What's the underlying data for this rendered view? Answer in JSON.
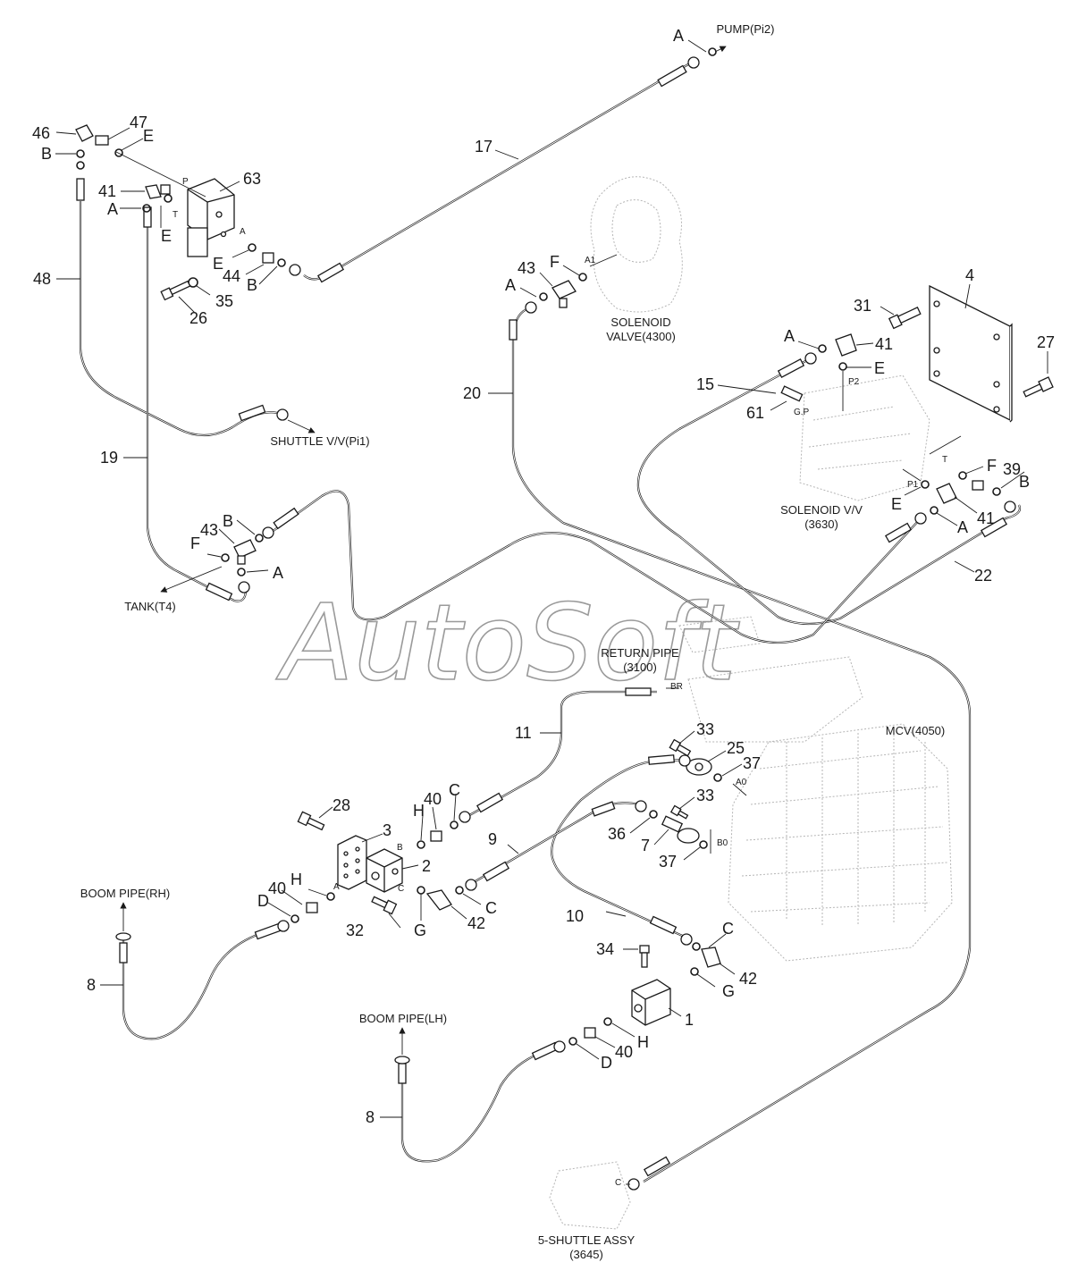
{
  "watermark": "AutoSoft",
  "captions": {
    "pump": "PUMP(Pi2)",
    "shuttle": "SHUTTLE V/V(Pi1)",
    "tank": "TANK(T4)",
    "solenoid_valve_1": "SOLENOID",
    "solenoid_valve_2": "VALVE(4300)",
    "solenoid_vv_1": "SOLENOID V/V",
    "solenoid_vv_2": "(3630)",
    "return_pipe_1": "RETURN PIPE",
    "return_pipe_2": "(3100)",
    "mcv": "MCV(4050)",
    "boom_rh": "BOOM PIPE(RH)",
    "boom_lh": "BOOM PIPE(LH)",
    "shuttle_assy_1": "5-SHUTTLE ASSY",
    "shuttle_assy_2": "(3645)"
  },
  "port_labels": {
    "p63_P": "P",
    "p63_T": "T",
    "p63_A": "A",
    "a1": "A1",
    "p2": "P2",
    "gp": "G.P",
    "t": "T",
    "p1": "P1",
    "br": "BR",
    "a0": "A0",
    "b0": "B0",
    "blk_B": "B",
    "blk_A": "A",
    "blk_C": "C",
    "c_shuttle": "C"
  },
  "callouts": {
    "c46": "46",
    "c47": "47",
    "cE1": "E",
    "cB1": "B",
    "c41a": "41",
    "cA1": "A",
    "cE2": "E",
    "c63": "63",
    "cE3": "E",
    "c44": "44",
    "cB2": "B",
    "c35": "35",
    "c26": "26",
    "c48": "48",
    "c17": "17",
    "cApump": "A",
    "c43a": "43",
    "cF1": "F",
    "cA2": "A",
    "c20": "20",
    "c4": "4",
    "c31": "31",
    "c27": "27",
    "cA3": "A",
    "c41b": "41",
    "cE4": "E",
    "c15": "15",
    "c61": "61",
    "cF2": "F",
    "c39": "39",
    "cB3": "B",
    "cE5": "E",
    "c41c": "41",
    "cA4": "A",
    "c22": "22",
    "c19": "19",
    "c43b": "43",
    "cB4": "B",
    "cF3": "F",
    "cA5": "A",
    "c11": "11",
    "c33a": "33",
    "c25": "25",
    "c37a": "37",
    "c36": "36",
    "c33b": "33",
    "c7": "7",
    "c37b": "37",
    "c28": "28",
    "c3": "3",
    "c2": "2",
    "cH1": "H",
    "c40a": "40",
    "cC1": "C",
    "c9": "9",
    "cG1": "G",
    "c42a": "42",
    "cC2": "C",
    "c40b": "40",
    "cH2": "H",
    "cD1": "D",
    "c32": "32",
    "c10": "10",
    "cC3": "C",
    "c42b": "42",
    "cG2": "G",
    "c34": "34",
    "c1": "1",
    "cH3": "H",
    "c40c": "40",
    "cD2": "D",
    "c8a": "8",
    "c8b": "8"
  }
}
